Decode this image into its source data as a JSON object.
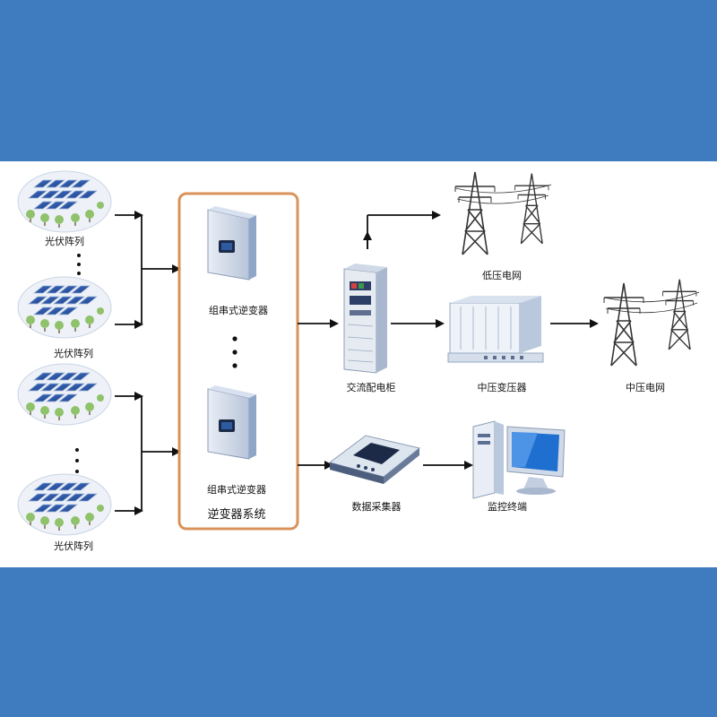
{
  "nodes": {
    "pv_array_label": "光伏阵列",
    "inverter_label": "组串式逆变器",
    "inverter_system_label": "逆变器系统",
    "ac_cabinet_label": "交流配电柜",
    "low_voltage_grid_label": "低压电网",
    "mv_transformer_label": "中压变压器",
    "mv_grid_label": "中压电网",
    "data_collector_label": "数据采集器",
    "monitor_terminal_label": "监控终端"
  },
  "colors": {
    "background": "#3f7bbf",
    "system_box_border": "#d9935a",
    "arrow": "#111111",
    "panel": "#ffffff"
  }
}
